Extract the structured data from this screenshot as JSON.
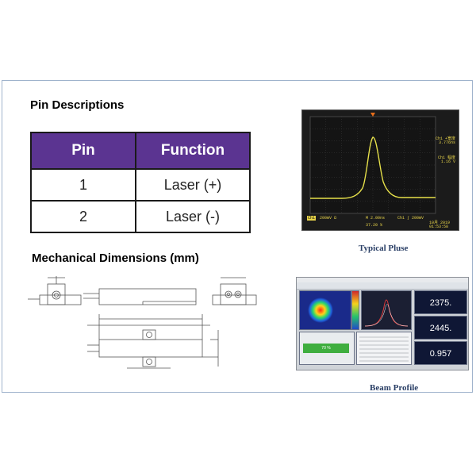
{
  "pin_section": {
    "title": "Pin Descriptions",
    "table": {
      "headers": [
        "Pin",
        "Function"
      ],
      "rows": [
        [
          "1",
          "Laser (+)"
        ],
        [
          "2",
          "Laser (-)"
        ]
      ]
    }
  },
  "mechanical_section": {
    "title": "Mechanical Dimensions (mm)"
  },
  "pulse_figure": {
    "caption": "Typical Pluse",
    "channel_readout_top": "Ch1 +宽度",
    "channel_value_top": "3.776ns",
    "channel_readout_mid": "Ch1 幅度",
    "channel_value_mid": "1.16 V",
    "bottom_left": "200mV Ω",
    "bottom_mid": "M 2.00ns",
    "bottom_right": "Ch1 ∫ 200mV",
    "bottom_pct": "37.20 %",
    "date": "10月 2019",
    "time": "01:53:58",
    "channel_badge": "Ch1"
  },
  "beam_figure": {
    "caption": "Beam Profile",
    "readouts": [
      "2375.",
      "2445.",
      "0.957"
    ],
    "progress_label": "70 %",
    "progress_fraction": 0.7
  }
}
